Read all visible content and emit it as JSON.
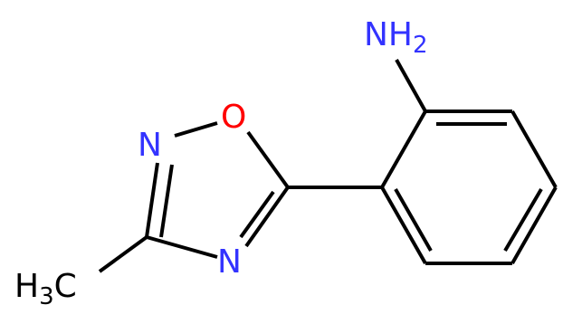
{
  "molecule": {
    "atoms": {
      "amine": {
        "main": "NH",
        "sub": "2",
        "color": "#3333ff"
      },
      "oxygen": {
        "main": "O",
        "color": "#ff0000"
      },
      "ring_n_top": {
        "main": "N",
        "color": "#3333ff"
      },
      "ring_n_bottom": {
        "main": "N",
        "color": "#3333ff"
      },
      "methyl": {
        "pre": "H",
        "sub": "3",
        "post": "C",
        "color": "#000000"
      }
    },
    "bond_color": "#000000"
  }
}
